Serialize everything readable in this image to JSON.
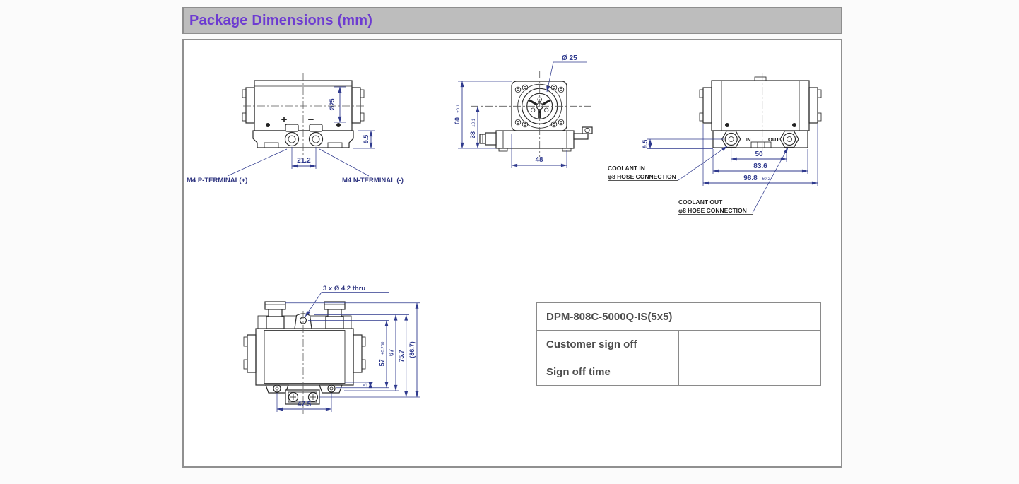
{
  "page": {
    "title": "Package Dimensions (mm)",
    "accent_color": "#6d3bd1",
    "header_bg": "#bdbdbd",
    "dim_color": "#2f3a8e"
  },
  "front_view": {
    "plus": "+",
    "minus": "−",
    "dim_aperture": "Ø25",
    "dim_terminal_spacing": "21.2",
    "dim_base_height": "9.5",
    "label_p_terminal": "M4 P-TERMINAL(+)",
    "label_n_terminal": "M4 N-TERMINAL (-)"
  },
  "face_view": {
    "callout_aperture": "Ø 25",
    "dim_height": "60",
    "dim_height_tol": "±0.1",
    "dim_center_height": "38",
    "dim_center_height_tol": "±0.1",
    "dim_width": "48"
  },
  "back_view": {
    "label_in": "IN",
    "label_out": "OUT",
    "dim_fitting_height": "9.5",
    "dim_fitting_spacing": "50",
    "dim_base_width": "83.6",
    "dim_overall_width": "98.8",
    "dim_overall_width_tol": "±0.2",
    "coolant_in_line1": "COOLANT IN",
    "coolant_in_line2": "φ8 HOSE CONNECTION",
    "coolant_out_line1": "COOLANT OUT",
    "coolant_out_line2": "φ8 HOSE CONNECTION"
  },
  "top_view": {
    "callout_holes": "3 x Ø 4.2 thru",
    "dim_57": "57",
    "dim_57_tol": "±0.200",
    "dim_67": "67",
    "dim_75_7": "75.7",
    "dim_86_7": "(86.7)",
    "dim_5": "5",
    "dim_foot_spacing": "47.5"
  },
  "sign_off_table": {
    "model": "DPM-808C-5000Q-IS(5x5)",
    "row_customer": "Customer sign off",
    "row_time": "Sign off time"
  }
}
